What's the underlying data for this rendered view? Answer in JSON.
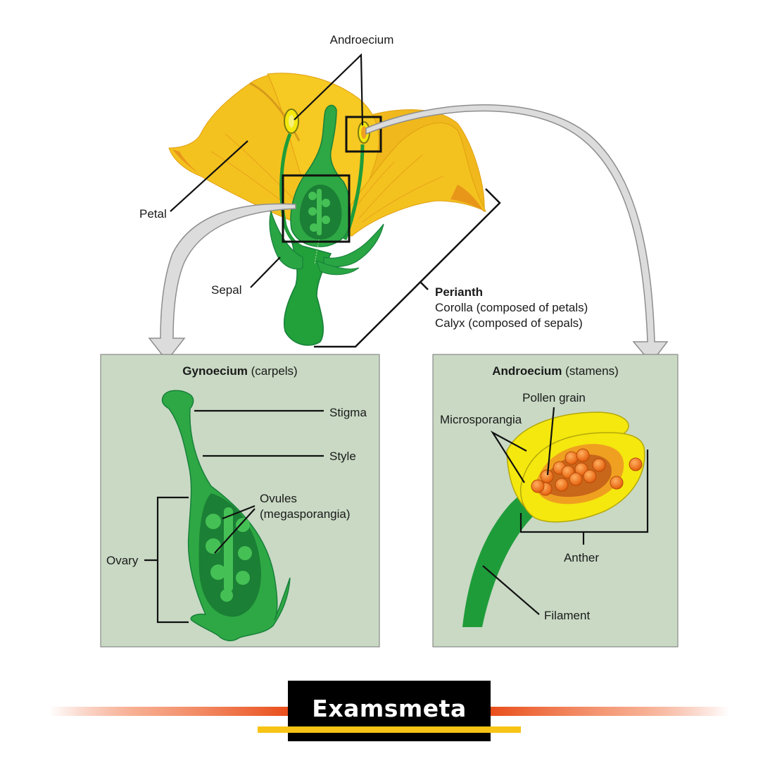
{
  "labels": {
    "androecium_top": "Androecium",
    "petal": "Petal",
    "sepal": "Sepal",
    "perianth_title": "Perianth",
    "perianth_line1": "Corolla (composed of petals)",
    "perianth_line2": "Calyx (composed of sepals)"
  },
  "gynoecium_panel": {
    "title_bold": "Gynoecium",
    "title_rest": " (carpels)",
    "stigma": "Stigma",
    "style": "Style",
    "ovules_line1": "Ovules",
    "ovules_line2": "(megasporangia)",
    "ovary": "Ovary"
  },
  "androecium_panel": {
    "title_bold": "Androecium",
    "title_rest": " (stamens)",
    "pollen_grain": "Pollen grain",
    "microsporangia": "Microsporangia",
    "anther": "Anther",
    "filament": "Filament"
  },
  "brand": {
    "name": "Examsmeta"
  },
  "colors": {
    "petal": "#f4c21f",
    "petal_dark": "#e8a317",
    "green": "#1f9c3a",
    "green_dark": "#17803a",
    "green_light": "#3db94f",
    "panel_bg": "#c9d9c4",
    "anther_yellow": "#f4e80f",
    "pollen": "#f07b14",
    "accent_orange": "#e94e1b",
    "accent_yellow": "#f7c315"
  }
}
